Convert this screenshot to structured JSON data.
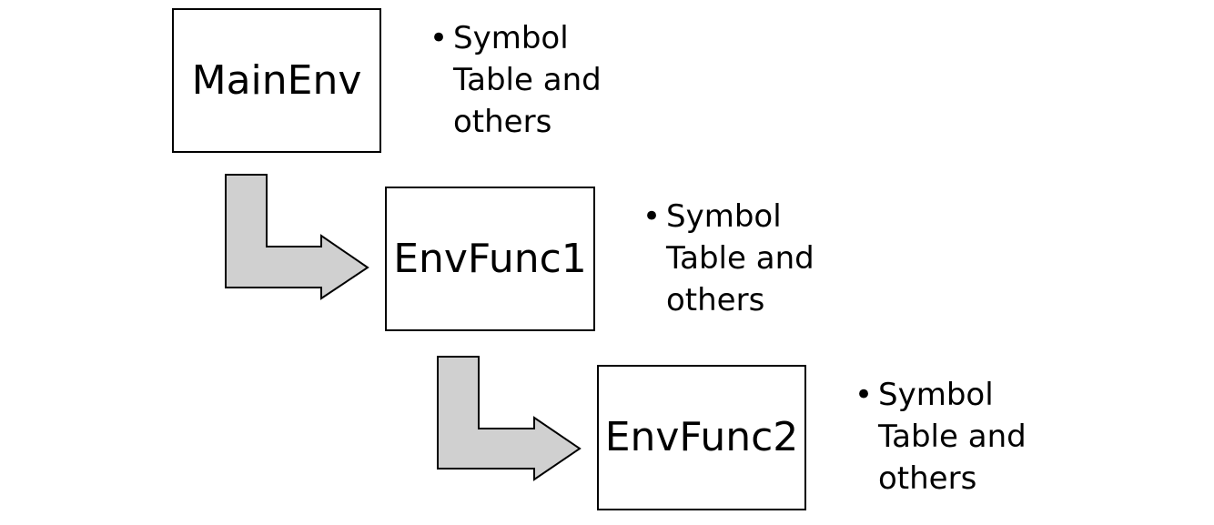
{
  "nodes": [
    {
      "label": "MainEnv",
      "note": {
        "bullet": "•",
        "lines": [
          "Symbol",
          "Table and",
          "others"
        ]
      }
    },
    {
      "label": "EnvFunc1",
      "note": {
        "bullet": "•",
        "lines": [
          "Symbol",
          "Table and",
          "others"
        ]
      }
    },
    {
      "label": "EnvFunc2",
      "note": {
        "bullet": "•",
        "lines": [
          "Symbol",
          "Table and",
          "others"
        ]
      }
    }
  ],
  "colors": {
    "arrow_fill": "#d0d0d0",
    "stroke": "#000000",
    "box_fill": "#ffffff"
  }
}
